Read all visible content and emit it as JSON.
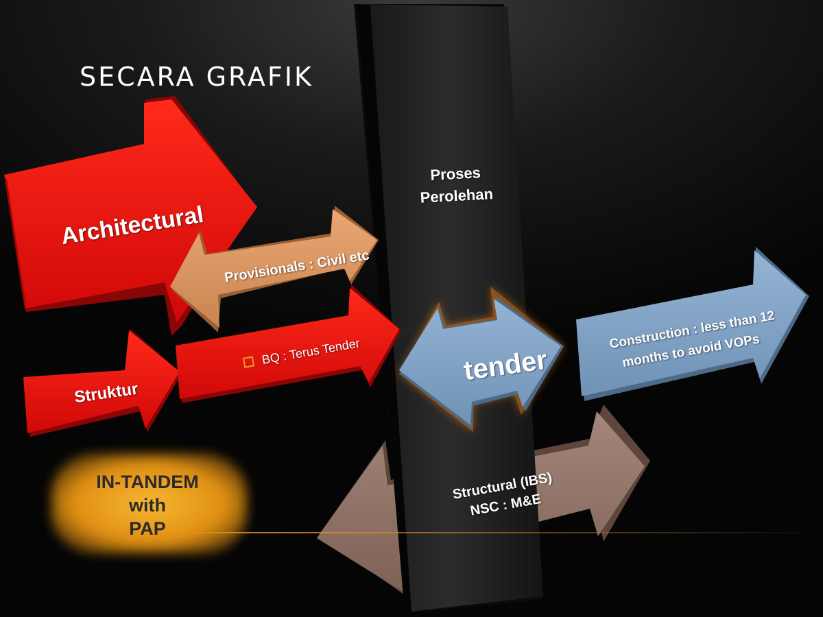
{
  "title": "SECARA GRAFIK",
  "pillar": {
    "label_line1": "Proses",
    "label_line2": "Perolehan"
  },
  "arrows": {
    "architectural": "Architectural",
    "provisionals": "Provisionals : Civil etc",
    "struktur": "Struktur",
    "bq": "BQ : Terus Tender",
    "tender": "tender",
    "construction_line1": "Construction : less than 12",
    "construction_line2": "months to avoid VOPs",
    "structural_line1": "Structural (IBS)",
    "structural_line2": "NSC : M&E"
  },
  "tandem": {
    "line1": "IN-TANDEM",
    "line2": "with",
    "line3": "PAP"
  },
  "colors": {
    "red": "#e00d0d",
    "peach": "#d9935c",
    "blue": "#7d9fc0",
    "brown": "#8f7263",
    "glow": "#f0a020"
  }
}
